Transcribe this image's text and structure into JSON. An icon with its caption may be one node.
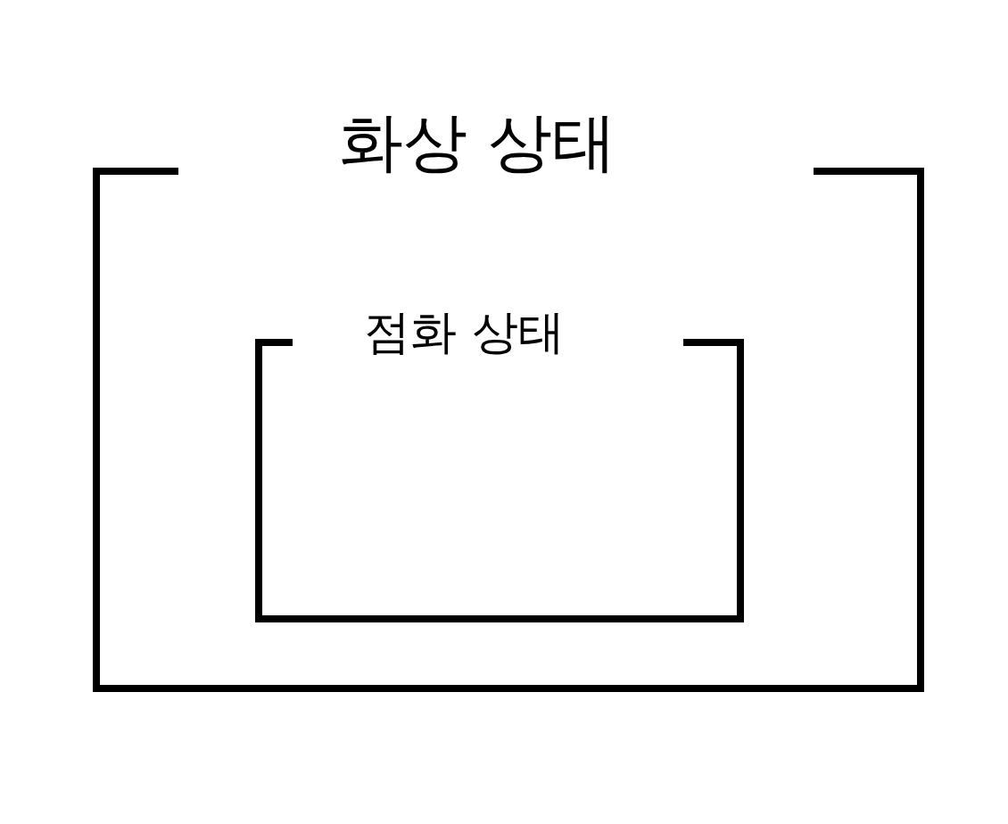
{
  "diagram": {
    "nodes": [
      {
        "text": [
          "화상 상태"
        ]
      },
      {
        "text": [
          "점화 상태"
        ],
        "in": 0
      }
    ]
  }
}
